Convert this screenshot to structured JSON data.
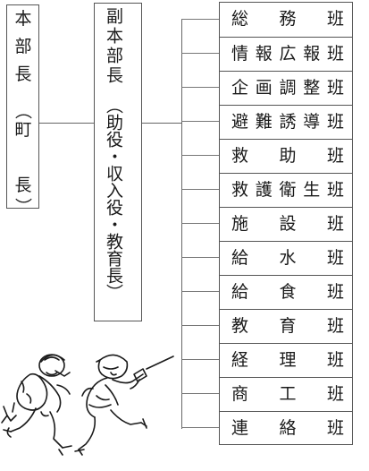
{
  "chief": {
    "title_chars": [
      "本",
      "部",
      "長"
    ],
    "paren_open": "（",
    "name_chars": [
      "町",
      "",
      "",
      "長"
    ],
    "paren_close": "）"
  },
  "deputy": {
    "title": "副本部長",
    "detail": "（助役・収入役・教育長）"
  },
  "teams": [
    {
      "label": "総務班"
    },
    {
      "label": "情報広報班"
    },
    {
      "label": "企画調整班"
    },
    {
      "label": "避難誘導班"
    },
    {
      "label": "救助班"
    },
    {
      "label": "救護衛生班"
    },
    {
      "label": "施設班"
    },
    {
      "label": "給水班"
    },
    {
      "label": "給食班"
    },
    {
      "label": "教育班"
    },
    {
      "label": "経理班"
    },
    {
      "label": "商工班"
    },
    {
      "label": "連絡班"
    }
  ],
  "illustration": {
    "icon": "running-rescuers-drawing"
  }
}
